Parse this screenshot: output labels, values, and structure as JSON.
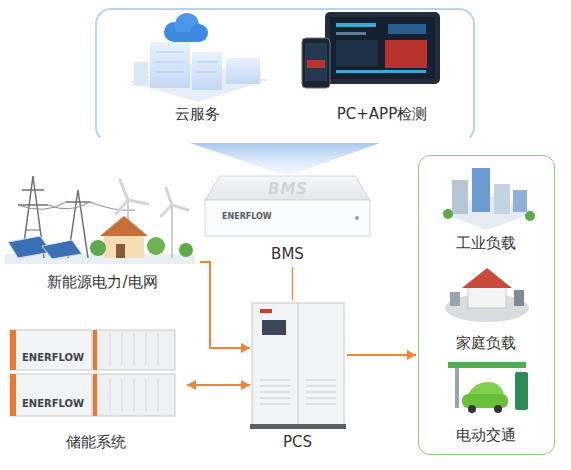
{
  "diagram": {
    "nodes": [
      {
        "text": []
      },
      {
        "text": [
          "云服务"
        ],
        "in": 0
      },
      {
        "text": [
          "PC+APP检测"
        ],
        "in": 0
      },
      {
        "text": [
          "BMS"
        ]
      },
      {
        "text": [
          "新能源电力/电网"
        ]
      },
      {
        "text": [
          "储能系统"
        ]
      },
      {
        "text": [
          "PCS"
        ]
      },
      {
        "text": []
      },
      {
        "text": [
          "工业负载"
        ],
        "in": 7
      },
      {
        "text": [
          "家庭负载"
        ],
        "in": 7
      },
      {
        "text": [
          "电动交通"
        ],
        "in": 7
      }
    ],
    "edges": [
      {
        "from": 0,
        "to": 3,
        "arrow": "to"
      },
      {
        "from": 3,
        "to": 6,
        "arrow": "none"
      },
      {
        "from": 4,
        "to": 6,
        "arrow": "to"
      },
      {
        "from": 5,
        "to": 6,
        "arrow": "both"
      },
      {
        "from": 6,
        "to": 7,
        "arrow": "to"
      }
    ],
    "labels": [
      "BMS",
      "ENERFLOW",
      "ENERFLOW",
      "ENERFLOW"
    ]
  }
}
